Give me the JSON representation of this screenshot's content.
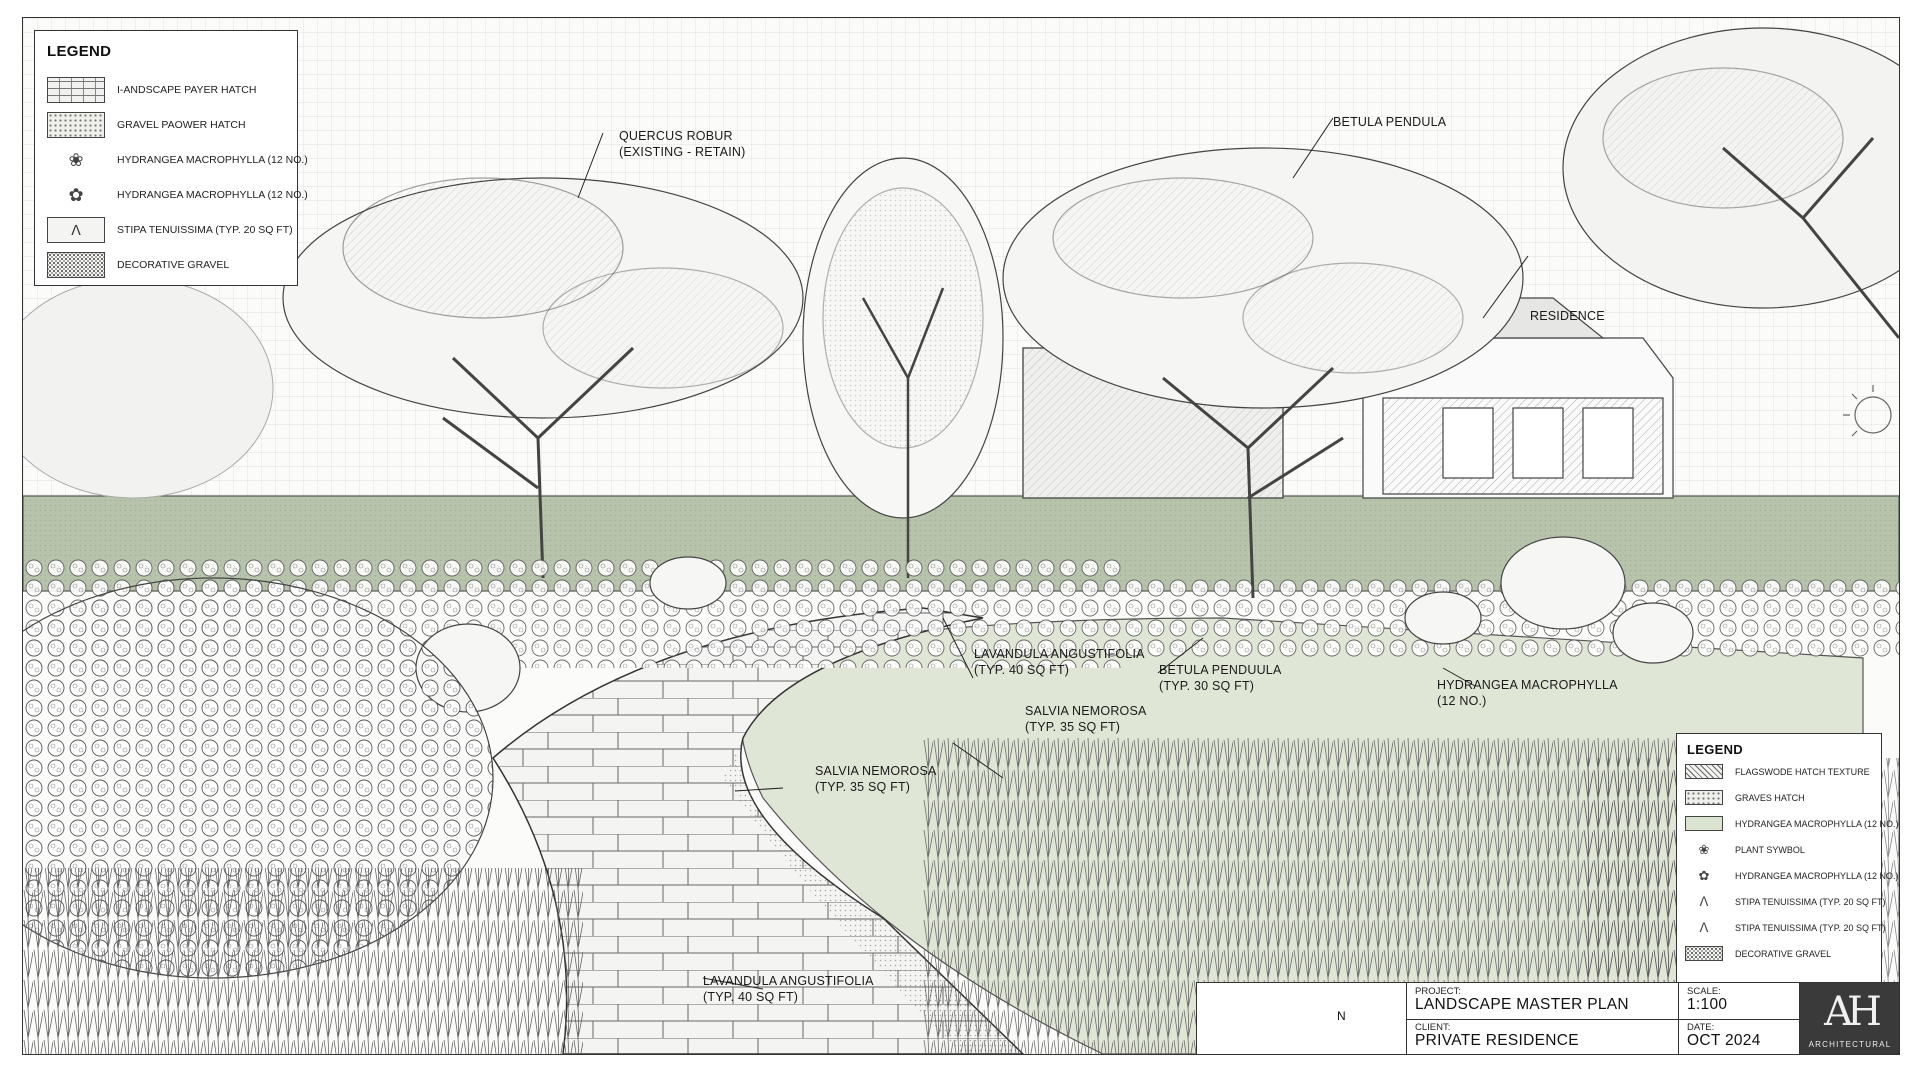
{
  "legend_main": {
    "title": "LEGEND",
    "items": [
      {
        "label": "I-ANDSCAPE PAYER HATCH"
      },
      {
        "label": "GRAVEL PAOWER HATCH"
      },
      {
        "label": "HYDRANGEA MACROPHYLLA (12 NO.)"
      },
      {
        "label": "HYDRANGEA MACROPHYLLA (12 NO.)"
      },
      {
        "label": "STIPA TENUISSIMA (TYP. 20 SQ FT)"
      },
      {
        "label": "DECORATIVE GRAVEL"
      }
    ]
  },
  "legend_small": {
    "title": "LEGEND",
    "items": [
      {
        "label": "FLAGSWODE HATCH TEXTURE"
      },
      {
        "label": "GRAVES HATCH"
      },
      {
        "label": "HYDRANGEA MACROPHYLLA (12 NO.)"
      },
      {
        "label": "PLANT SYWBOL"
      },
      {
        "label": "HYDRANGEA MACROPHYLLA (12 NO.)"
      },
      {
        "label": "STIPA TENUISSIMA (TYP. 20 SQ FT)"
      },
      {
        "label": "STIPA TENUISSIMA (TYP. 20 SQ FT)"
      },
      {
        "label": "DECORATIVE GRAVEL"
      }
    ]
  },
  "callouts": {
    "quercus": "QUERCUS ROBUR\n(EXISTING - RETAIN)",
    "betula_top": "BETULA PENDULA",
    "residence": "RESIDENCE",
    "lavandula_mid": "LAVANDULA ANGUSTIFOLIA\n(TYP. 40 SQ FT)",
    "betula_mid": "BETULA PENDUULA\n(TYP. 30 SQ FT)",
    "hydrangea": "HYDRANGEA MACROPHYLLA\n(12 NO.)",
    "salvia_upper": "SALVIA NEMOROSA\n(TYP. 35 SQ FT)",
    "salvia_left": "SALVIA NEMOROSA\n(TYP. 35 SQ FT)",
    "lavandula_low": "LAVANDULA ANGUSTIFOLIA\n(TYP. 40 SQ FT)"
  },
  "title_block": {
    "north": "N",
    "project_label": "PROJECT:",
    "project": "LANDSCAPE MASTER PLAN",
    "client_label": "CLIENT:",
    "client": "PRIVATE RESIDENCE",
    "scale_label": "SCALE:",
    "scale": "1:100",
    "date_label": "DATE:",
    "date": "OCT 2024",
    "logo_mark": "AH",
    "logo_text": "ARCHITECTURAL"
  },
  "colors": {
    "lawn": "#dfe6d5",
    "hedge": "#a9b79d",
    "line": "#333333",
    "logo_bg": "#3a3a3a"
  }
}
